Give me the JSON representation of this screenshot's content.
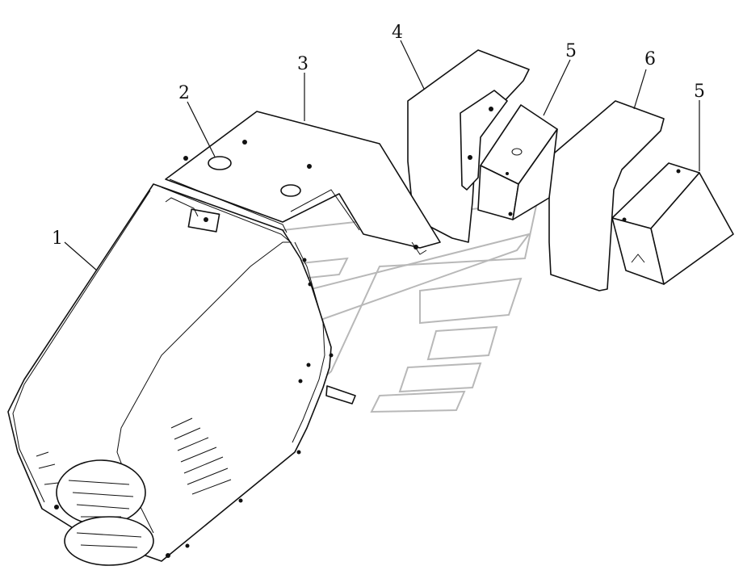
{
  "callouts": [
    {
      "id": "1",
      "text": "1"
    },
    {
      "id": "2",
      "text": "2"
    },
    {
      "id": "3",
      "text": "3"
    },
    {
      "id": "4",
      "text": "4"
    },
    {
      "id": "5a",
      "text": "5"
    },
    {
      "id": "6",
      "text": "6"
    },
    {
      "id": "5b",
      "text": "5"
    }
  ],
  "colors": {
    "line": "#111111",
    "watermark": "#b8b8b8",
    "background": "#ffffff"
  }
}
